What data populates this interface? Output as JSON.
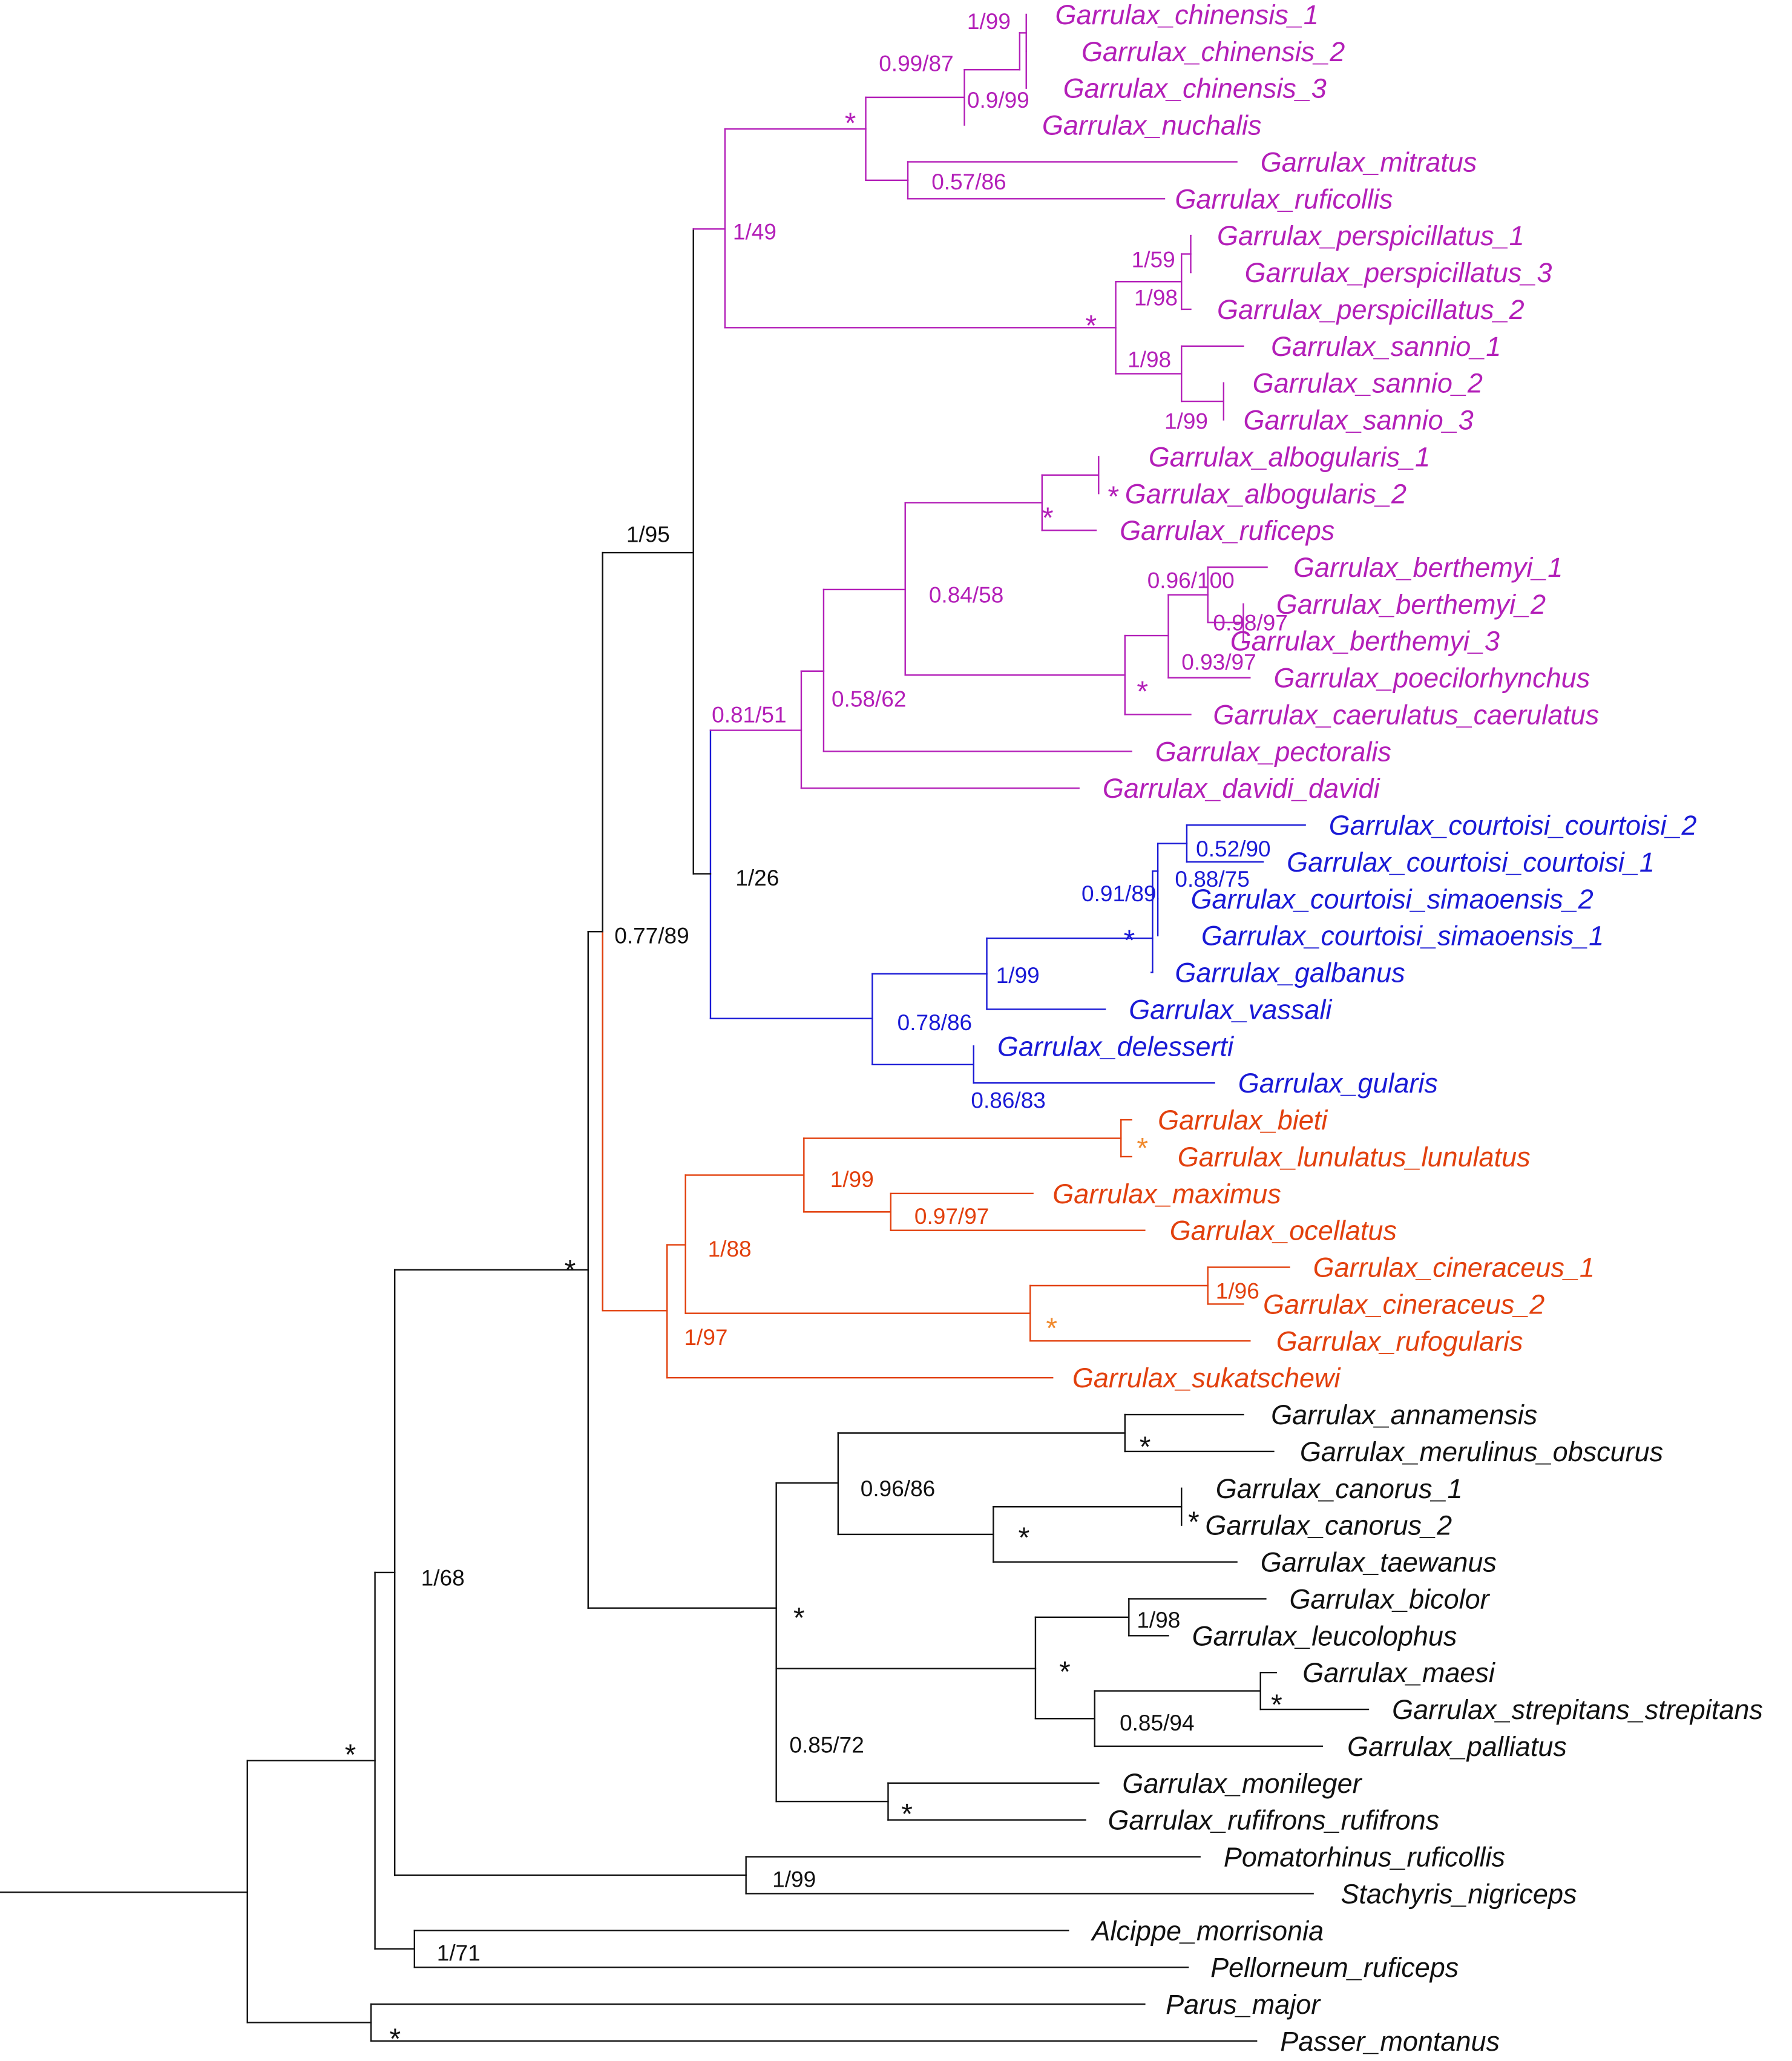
{
  "colors": {
    "purple": "#b31fb8",
    "blue": "#1a1ad6",
    "orange": "#e2400d",
    "black": "#111111",
    "orange_star": "#f08a2e"
  },
  "figure": {
    "type": "phylogenetic-tree",
    "taxa": [
      {
        "name": "Garrulax_chinensis_1",
        "clade": "purple"
      },
      {
        "name": "Garrulax_chinensis_2",
        "clade": "purple"
      },
      {
        "name": "Garrulax_chinensis_3",
        "clade": "purple"
      },
      {
        "name": "Garrulax_nuchalis",
        "clade": "purple"
      },
      {
        "name": "Garrulax_mitratus",
        "clade": "purple"
      },
      {
        "name": "Garrulax_ruficollis",
        "clade": "purple"
      },
      {
        "name": "Garrulax_perspicillatus_1",
        "clade": "purple"
      },
      {
        "name": "Garrulax_perspicillatus_3",
        "clade": "purple"
      },
      {
        "name": "Garrulax_perspicillatus_2",
        "clade": "purple"
      },
      {
        "name": "Garrulax_sannio_1",
        "clade": "purple"
      },
      {
        "name": "Garrulax_sannio_2",
        "clade": "purple"
      },
      {
        "name": "Garrulax_sannio_3",
        "clade": "purple"
      },
      {
        "name": "Garrulax_albogularis_1",
        "clade": "purple"
      },
      {
        "name": "Garrulax_albogularis_2",
        "clade": "purple"
      },
      {
        "name": "Garrulax_ruficeps",
        "clade": "purple"
      },
      {
        "name": "Garrulax_berthemyi_1",
        "clade": "purple"
      },
      {
        "name": "Garrulax_berthemyi_2",
        "clade": "purple"
      },
      {
        "name": "Garrulax_berthemyi_3",
        "clade": "purple"
      },
      {
        "name": "Garrulax_poecilorhynchus",
        "clade": "purple"
      },
      {
        "name": "Garrulax_caerulatus_caerulatus",
        "clade": "purple"
      },
      {
        "name": "Garrulax_pectoralis",
        "clade": "purple"
      },
      {
        "name": "Garrulax_davidi_davidi",
        "clade": "purple"
      },
      {
        "name": "Garrulax_courtoisi_courtoisi_2",
        "clade": "blue"
      },
      {
        "name": "Garrulax_courtoisi_courtoisi_1",
        "clade": "blue"
      },
      {
        "name": "Garrulax_courtoisi_simaoensis_2",
        "clade": "blue"
      },
      {
        "name": "Garrulax_courtoisi_simaoensis_1",
        "clade": "blue"
      },
      {
        "name": "Garrulax_galbanus",
        "clade": "blue"
      },
      {
        "name": "Garrulax_vassali",
        "clade": "blue"
      },
      {
        "name": "Garrulax_delesserti",
        "clade": "blue"
      },
      {
        "name": "Garrulax_gularis",
        "clade": "blue"
      },
      {
        "name": "Garrulax_bieti",
        "clade": "orange"
      },
      {
        "name": "Garrulax_lunulatus_lunulatus",
        "clade": "orange"
      },
      {
        "name": "Garrulax_maximus",
        "clade": "orange"
      },
      {
        "name": "Garrulax_ocellatus",
        "clade": "orange"
      },
      {
        "name": "Garrulax_cineraceus_1",
        "clade": "orange"
      },
      {
        "name": "Garrulax_cineraceus_2",
        "clade": "orange"
      },
      {
        "name": "Garrulax_rufogularis",
        "clade": "orange"
      },
      {
        "name": "Garrulax_sukatschewi",
        "clade": "orange"
      },
      {
        "name": "Garrulax_annamensis",
        "clade": "black"
      },
      {
        "name": "Garrulax_merulinus_obscurus",
        "clade": "black"
      },
      {
        "name": "Garrulax_canorus_1",
        "clade": "black"
      },
      {
        "name": "Garrulax_canorus_2",
        "clade": "black"
      },
      {
        "name": "Garrulax_taewanus",
        "clade": "black"
      },
      {
        "name": "Garrulax_bicolor",
        "clade": "black"
      },
      {
        "name": "Garrulax_leucolophus",
        "clade": "black"
      },
      {
        "name": "Garrulax_maesi",
        "clade": "black"
      },
      {
        "name": "Garrulax_strepitans_strepitans",
        "clade": "black"
      },
      {
        "name": "Garrulax_palliatus",
        "clade": "black"
      },
      {
        "name": "Garrulax_monileger",
        "clade": "black"
      },
      {
        "name": "Garrulax_rufifrons_rufifrons",
        "clade": "black"
      },
      {
        "name": "Pomatorhinus_ruficollis",
        "clade": "black"
      },
      {
        "name": "Stachyris_nigriceps",
        "clade": "black"
      },
      {
        "name": "Alcippe_morrisonia",
        "clade": "black"
      },
      {
        "name": "Pellorneum_ruficeps",
        "clade": "black"
      },
      {
        "name": "Parus_major",
        "clade": "black"
      },
      {
        "name": "Passer_montanus",
        "clade": "black"
      }
    ],
    "support_values": [
      {
        "text": "1/99",
        "clade": "purple"
      },
      {
        "text": "0.99/87",
        "clade": "purple"
      },
      {
        "text": "0.9/99",
        "clade": "purple"
      },
      {
        "text": "*",
        "clade": "purple"
      },
      {
        "text": "0.57/86",
        "clade": "purple"
      },
      {
        "text": "1/49",
        "clade": "purple"
      },
      {
        "text": "1/59",
        "clade": "purple"
      },
      {
        "text": "1/98",
        "clade": "purple"
      },
      {
        "text": "*",
        "clade": "purple"
      },
      {
        "text": "1/98",
        "clade": "purple"
      },
      {
        "text": "1/99",
        "clade": "purple"
      },
      {
        "text": "*",
        "clade": "purple"
      },
      {
        "text": "*",
        "clade": "purple"
      },
      {
        "text": "0.84/58",
        "clade": "purple"
      },
      {
        "text": "0.96/100",
        "clade": "purple"
      },
      {
        "text": "0.98/97",
        "clade": "purple"
      },
      {
        "text": "0.93/97",
        "clade": "purple"
      },
      {
        "text": "*",
        "clade": "purple"
      },
      {
        "text": "0.58/62",
        "clade": "purple"
      },
      {
        "text": "0.81/51",
        "clade": "purple"
      },
      {
        "text": "1/95",
        "clade": "black"
      },
      {
        "text": "1/26",
        "clade": "black"
      },
      {
        "text": "0.77/89",
        "clade": "black"
      },
      {
        "text": "0.52/90",
        "clade": "blue"
      },
      {
        "text": "0.88/75",
        "clade": "blue"
      },
      {
        "text": "0.91/89",
        "clade": "blue"
      },
      {
        "text": "*",
        "clade": "blue"
      },
      {
        "text": "1/99",
        "clade": "blue"
      },
      {
        "text": "0.78/86",
        "clade": "blue"
      },
      {
        "text": "0.86/83",
        "clade": "blue"
      },
      {
        "text": "*",
        "clade": "orange_star"
      },
      {
        "text": "1/99",
        "clade": "orange"
      },
      {
        "text": "0.97/97",
        "clade": "orange"
      },
      {
        "text": "1/88",
        "clade": "orange"
      },
      {
        "text": "1/96",
        "clade": "orange"
      },
      {
        "text": "*",
        "clade": "orange_star"
      },
      {
        "text": "1/97",
        "clade": "orange"
      },
      {
        "text": "*",
        "clade": "black"
      },
      {
        "text": "*",
        "clade": "black"
      },
      {
        "text": "0.96/86",
        "clade": "black"
      },
      {
        "text": "*",
        "clade": "black"
      },
      {
        "text": "*",
        "clade": "black"
      },
      {
        "text": "*",
        "clade": "black"
      },
      {
        "text": "1/98",
        "clade": "black"
      },
      {
        "text": "*",
        "clade": "black"
      },
      {
        "text": "*",
        "clade": "black"
      },
      {
        "text": "0.85/94",
        "clade": "black"
      },
      {
        "text": "0.85/72",
        "clade": "black"
      },
      {
        "text": "*",
        "clade": "black"
      },
      {
        "text": "1/68",
        "clade": "black"
      },
      {
        "text": "*",
        "clade": "black"
      },
      {
        "text": "1/99",
        "clade": "black"
      },
      {
        "text": "1/71",
        "clade": "black"
      },
      {
        "text": "*",
        "clade": "black"
      }
    ]
  }
}
